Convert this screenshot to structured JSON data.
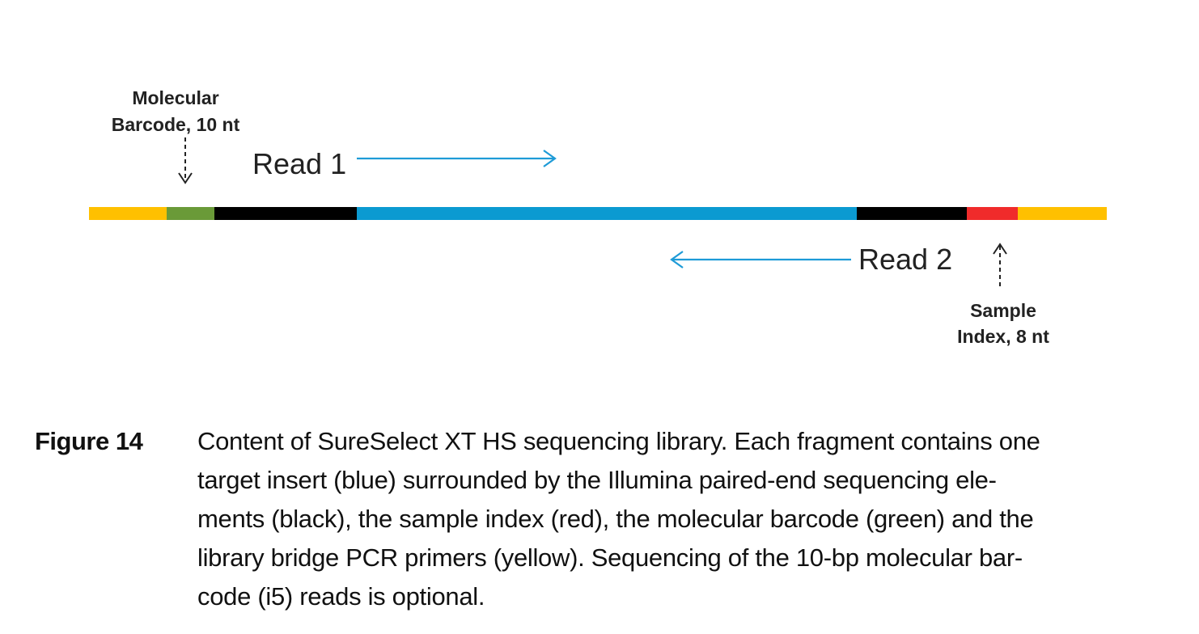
{
  "diagram": {
    "molecular_barcode_label": [
      "Molecular",
      "Barcode, 10 nt"
    ],
    "sample_index_label": [
      "Sample",
      "Index, 8 nt"
    ],
    "read1_label": "Read 1",
    "read2_label": "Read 2",
    "segments": [
      {
        "name": "library-bridge-pcr-primer-left",
        "color": "#FFC000"
      },
      {
        "name": "molecular-barcode",
        "color": "#6A9A38"
      },
      {
        "name": "sequencing-element-left",
        "color": "#000000"
      },
      {
        "name": "target-insert",
        "color": "#0B9AD1"
      },
      {
        "name": "sequencing-element-right",
        "color": "#000000"
      },
      {
        "name": "sample-index",
        "color": "#F02B2B"
      },
      {
        "name": "library-bridge-pcr-primer-right",
        "color": "#FFC000"
      }
    ],
    "arrow_color": "#1E9BD7"
  },
  "caption": {
    "label": "Figure 14",
    "lines": [
      "Content of SureSelect XT HS sequencing library. Each fragment contains one",
      "target insert (blue) surrounded by the Illumina paired-end sequencing ele-",
      "ments (black), the sample index (red), the molecular barcode (green) and the",
      "library bridge PCR primers (yellow). Sequencing of the 10-bp molecular bar-",
      "code (i5) reads is optional."
    ]
  }
}
